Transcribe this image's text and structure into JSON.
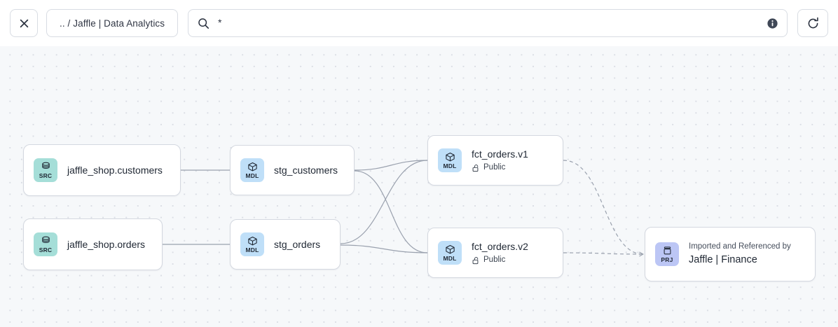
{
  "toolbar": {
    "close_icon": "close-icon",
    "breadcrumb": ".. / Jaffle | Data Analytics",
    "search": {
      "icon": "search-icon",
      "value": "*",
      "placeholder": "Search",
      "info_icon": "info-icon"
    },
    "refresh_icon": "refresh-icon"
  },
  "graph": {
    "nodes": [
      {
        "id": "src-customers",
        "badge": "SRC",
        "badge_icon": "database-icon",
        "title": "jaffle_shop.customers"
      },
      {
        "id": "src-orders",
        "badge": "SRC",
        "badge_icon": "database-icon",
        "title": "jaffle_shop.orders"
      },
      {
        "id": "stg-customers",
        "badge": "MDL",
        "badge_icon": "cube-icon",
        "title": "stg_customers"
      },
      {
        "id": "stg-orders",
        "badge": "MDL",
        "badge_icon": "cube-icon",
        "title": "stg_orders"
      },
      {
        "id": "fct-orders-v1",
        "badge": "MDL",
        "badge_icon": "cube-icon",
        "title": "fct_orders.v1",
        "access_icon": "unlock-icon",
        "access": "Public"
      },
      {
        "id": "fct-orders-v2",
        "badge": "MDL",
        "badge_icon": "cube-icon",
        "title": "fct_orders.v2",
        "access_icon": "unlock-icon",
        "access": "Public"
      },
      {
        "id": "prj-finance",
        "badge": "PRJ",
        "badge_icon": "project-icon",
        "pretitle": "Imported and Referenced by",
        "title": "Jaffle | Finance"
      }
    ]
  },
  "colors": {
    "src_badge": "#a5ded8",
    "mdl_badge": "#bfdff8",
    "prj_badge": "#bcc6f5",
    "canvas_bg": "#f6f8fa",
    "edge": "#9aa1ae",
    "node_border": "#d4d8e0"
  }
}
